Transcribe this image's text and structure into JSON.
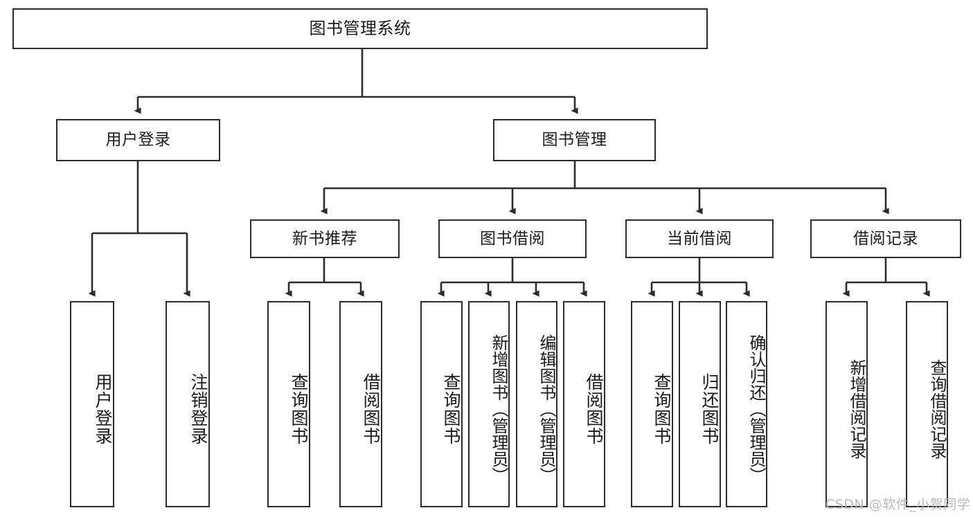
{
  "diagram": {
    "type": "tree-hierarchy-chart",
    "title": "图书管理系统",
    "watermark": "CSDN @软件_小贺同学",
    "stroke_color": "#2b2b2b",
    "fill_color": "#ffffff",
    "text_color": "#1a1a1a",
    "watermark_color": "#b9b9b9"
  },
  "nodes": {
    "root": {
      "label": "图书管理系统"
    },
    "level1": [
      {
        "id": "user-login",
        "label": "用户登录"
      },
      {
        "id": "book-management",
        "label": "图书管理"
      }
    ],
    "level2": [
      {
        "id": "new-book-recommend",
        "label": "新书推荐"
      },
      {
        "id": "book-borrow",
        "label": "图书借阅"
      },
      {
        "id": "current-borrow",
        "label": "当前借阅"
      },
      {
        "id": "borrow-record",
        "label": "借阅记录"
      }
    ],
    "leaves": {
      "user-login": [
        {
          "id": "leaf-user-login",
          "label": "用户登录"
        },
        {
          "id": "leaf-logout-login",
          "label": "注销登录"
        }
      ],
      "new-book-recommend": [
        {
          "id": "leaf-query-book-1",
          "label": "查询图书"
        },
        {
          "id": "leaf-borrow-book-1",
          "label": "借阅图书"
        }
      ],
      "book-borrow": [
        {
          "id": "leaf-query-book-2",
          "label": "查询图书"
        },
        {
          "id": "leaf-add-book",
          "label": "新增图书（管理员）"
        },
        {
          "id": "leaf-edit-book",
          "label": "编辑图书（管理员）"
        },
        {
          "id": "leaf-borrow-book-2",
          "label": "借阅图书"
        }
      ],
      "current-borrow": [
        {
          "id": "leaf-query-book-3",
          "label": "查询图书"
        },
        {
          "id": "leaf-return-book",
          "label": "归还图书"
        },
        {
          "id": "leaf-confirm-return",
          "label": "确认归还（管理员）"
        }
      ],
      "borrow-record": [
        {
          "id": "leaf-add-record",
          "label": "新增借阅记录"
        },
        {
          "id": "leaf-query-record",
          "label": "查询借阅记录"
        }
      ]
    }
  }
}
